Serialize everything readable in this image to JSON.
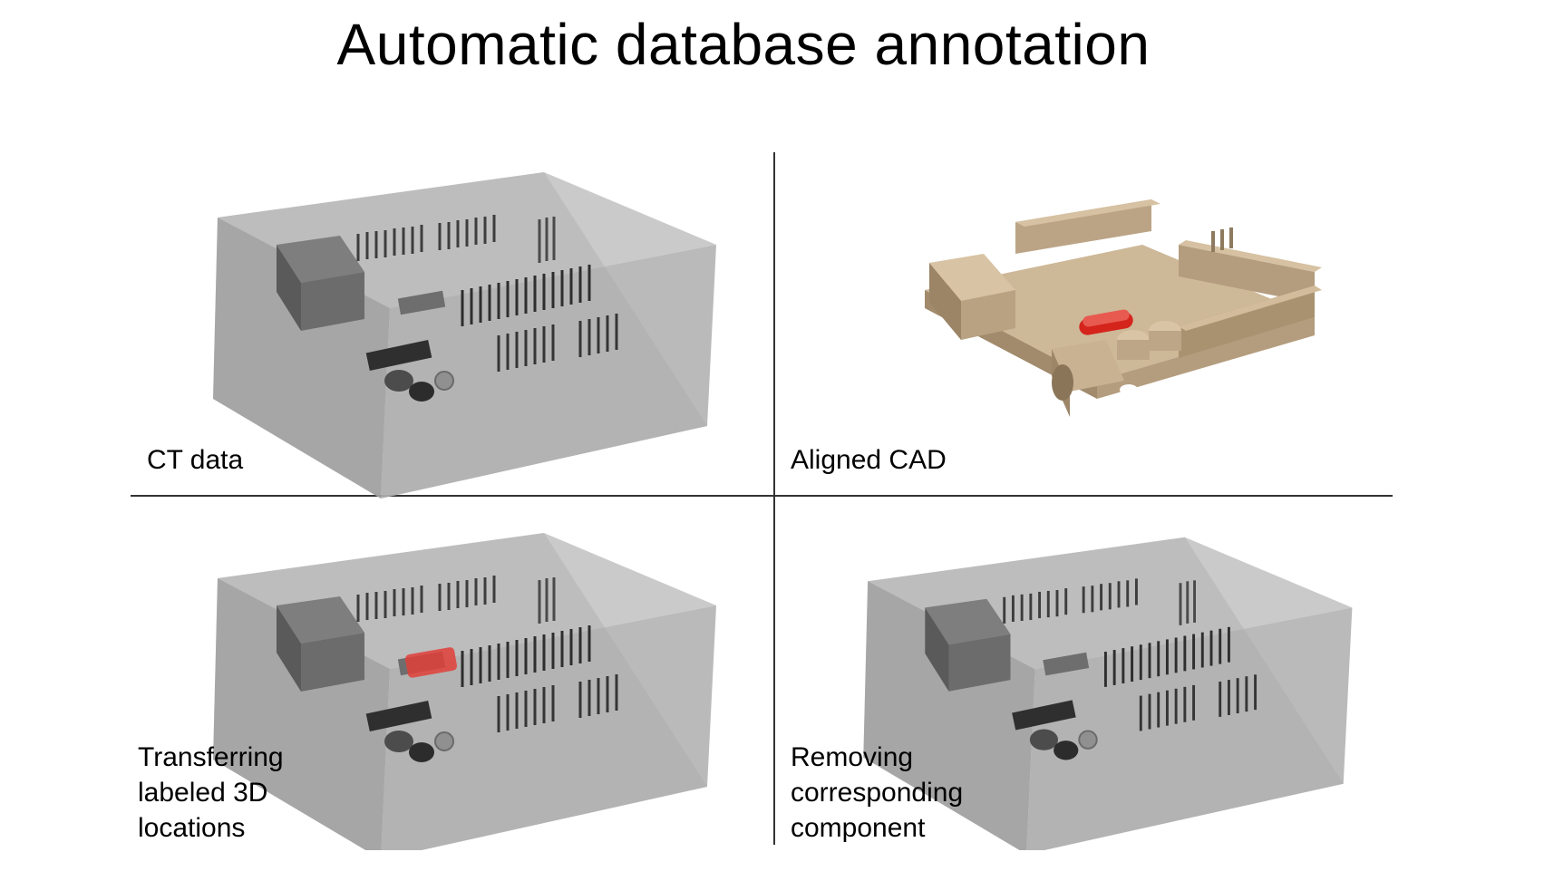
{
  "slide": {
    "title": "Automatic database annotation"
  },
  "panels": {
    "ct": {
      "label": "CT data"
    },
    "cad": {
      "label": "Aligned CAD",
      "highlight_color": "#d4241c"
    },
    "transfer": {
      "label": "Transferring\nlabeled 3D\nlocations",
      "highlight_color": "#e0403a"
    },
    "remove": {
      "label": "Removing\ncorresponding\ncomponent"
    }
  },
  "colors": {
    "ct_box": "#a9a9a9",
    "cad_board": "#c4ae90"
  },
  "icons": {
    "ct": "arduino-ct-scan-icon",
    "cad": "arduino-cad-model-icon"
  }
}
